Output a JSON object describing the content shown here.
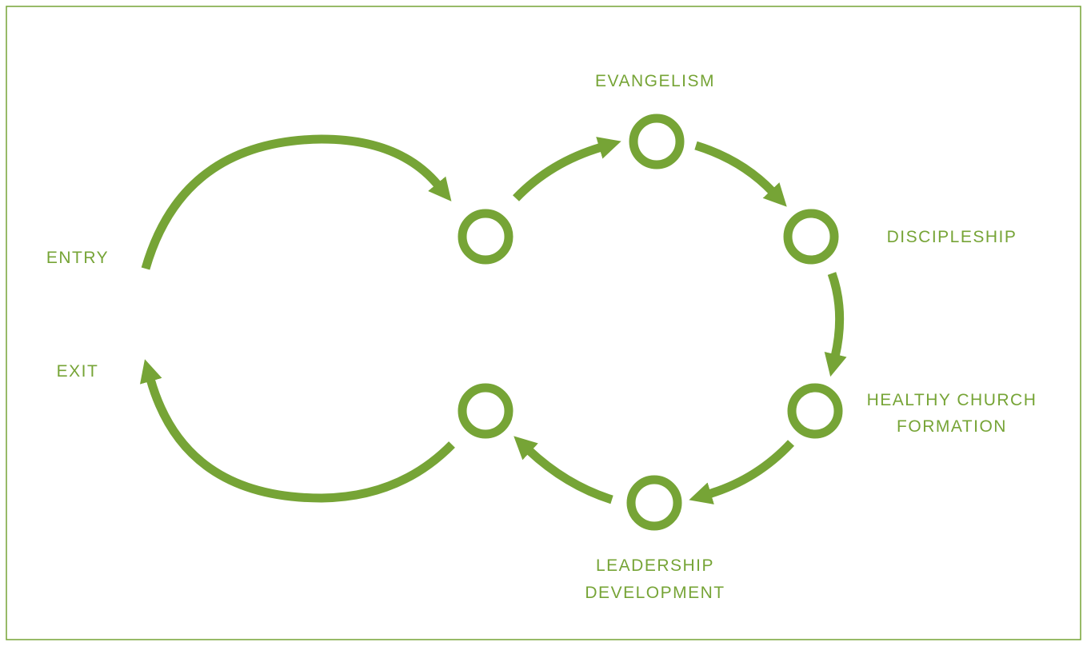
{
  "colors": {
    "accent": "#76a436",
    "frame": "#76a436",
    "background": "#ffffff"
  },
  "labels": {
    "entry": "ENTRY",
    "exit": "EXIT",
    "evangelism": "EVANGELISM",
    "discipleship": "DISCIPLESHIP",
    "healthy_church_line1": "HEALTHY CHURCH",
    "healthy_church_line2": "FORMATION",
    "leadership_line1": "LEADERSHIP",
    "leadership_line2": "DEVELOPMENT"
  }
}
